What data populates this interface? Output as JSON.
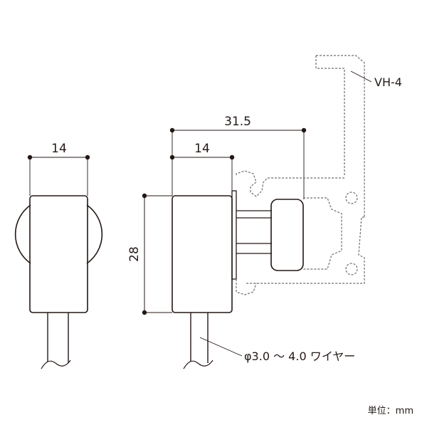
{
  "labels": {
    "model": "VH-4",
    "dim_total": "31.5",
    "dim_width_front": "14",
    "dim_width_side": "14",
    "dim_height": "28",
    "wire": "φ3.0 ～ 4.0 ワイヤー",
    "unit": "単位：mm"
  },
  "colors": {
    "line": "#231815",
    "hidden_line": "#6d6d6d",
    "background": "#ffffff"
  }
}
